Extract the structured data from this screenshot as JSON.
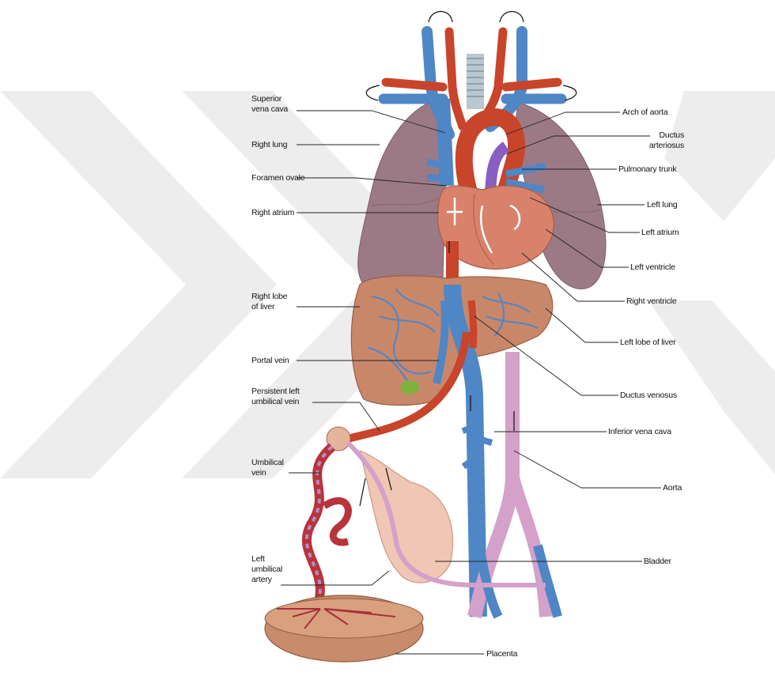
{
  "labels": {
    "superior_vena_cava": "Superior\nvena cava",
    "right_lung": "Right lung",
    "foramen_ovale": "Foramen ovale",
    "right_atrium": "Right atrium",
    "right_lobe_liver": "Right lobe\nof liver",
    "portal_vein": "Portal vein",
    "persistent_left_umbilical_vein": "Persistent left\numbilical vein",
    "umbilical_vein": "Umbilical\nvein",
    "left_umbilical_artery": "Left\numbilical\nartery",
    "arch_of_aorta": "Arch of aorta",
    "ductus_arteriosus": "Ductus\narteriosus",
    "pulmonary_trunk": "Pulmonary trunk",
    "left_lung": "Left lung",
    "left_atrium": "Left atrium",
    "left_ventricle": "Left ventricle",
    "right_ventricle": "Right ventricle",
    "left_lobe_liver": "Left lobe of liver",
    "ductus_venosus": "Ductus venosus",
    "inferior_vena_cava": "Inferior vena cava",
    "aorta": "Aorta",
    "bladder": "Bladder",
    "placenta": "Placenta"
  },
  "colors": {
    "vein_blue": "#4f86c6",
    "artery_red": "#c8442a",
    "lung": "#9b7a86",
    "liver": "#c9876a",
    "heart": "#d9826b",
    "aorta_pink": "#d3a1c9",
    "bladder": "#f0c7b4",
    "placenta": "#c98c6a",
    "watermark": "#ececec"
  }
}
